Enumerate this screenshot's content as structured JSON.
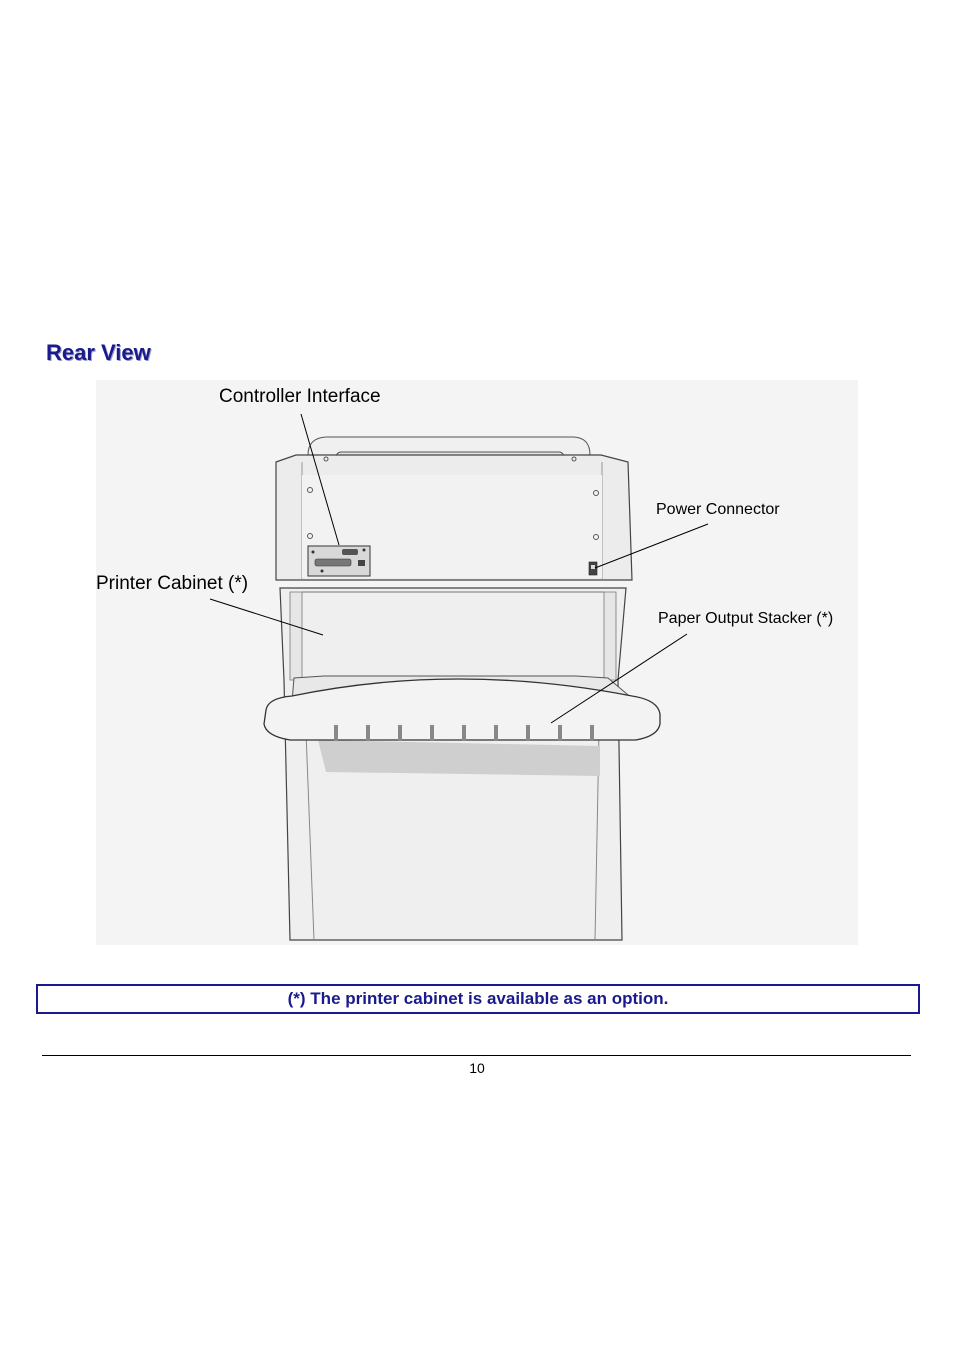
{
  "section": {
    "title": "Rear View"
  },
  "figure": {
    "callouts": {
      "controller_interface": "Controller Interface",
      "power_connector": "Power Connector",
      "printer_cabinet": "Printer Cabinet (*)",
      "paper_output_stacker": "Paper Output Stacker (*)"
    }
  },
  "note": {
    "text": "(*) The printer cabinet is available as an option."
  },
  "footer": {
    "page_number": "10"
  },
  "colors": {
    "title": "#1a1a8c",
    "note_border": "#1a1a8c"
  }
}
